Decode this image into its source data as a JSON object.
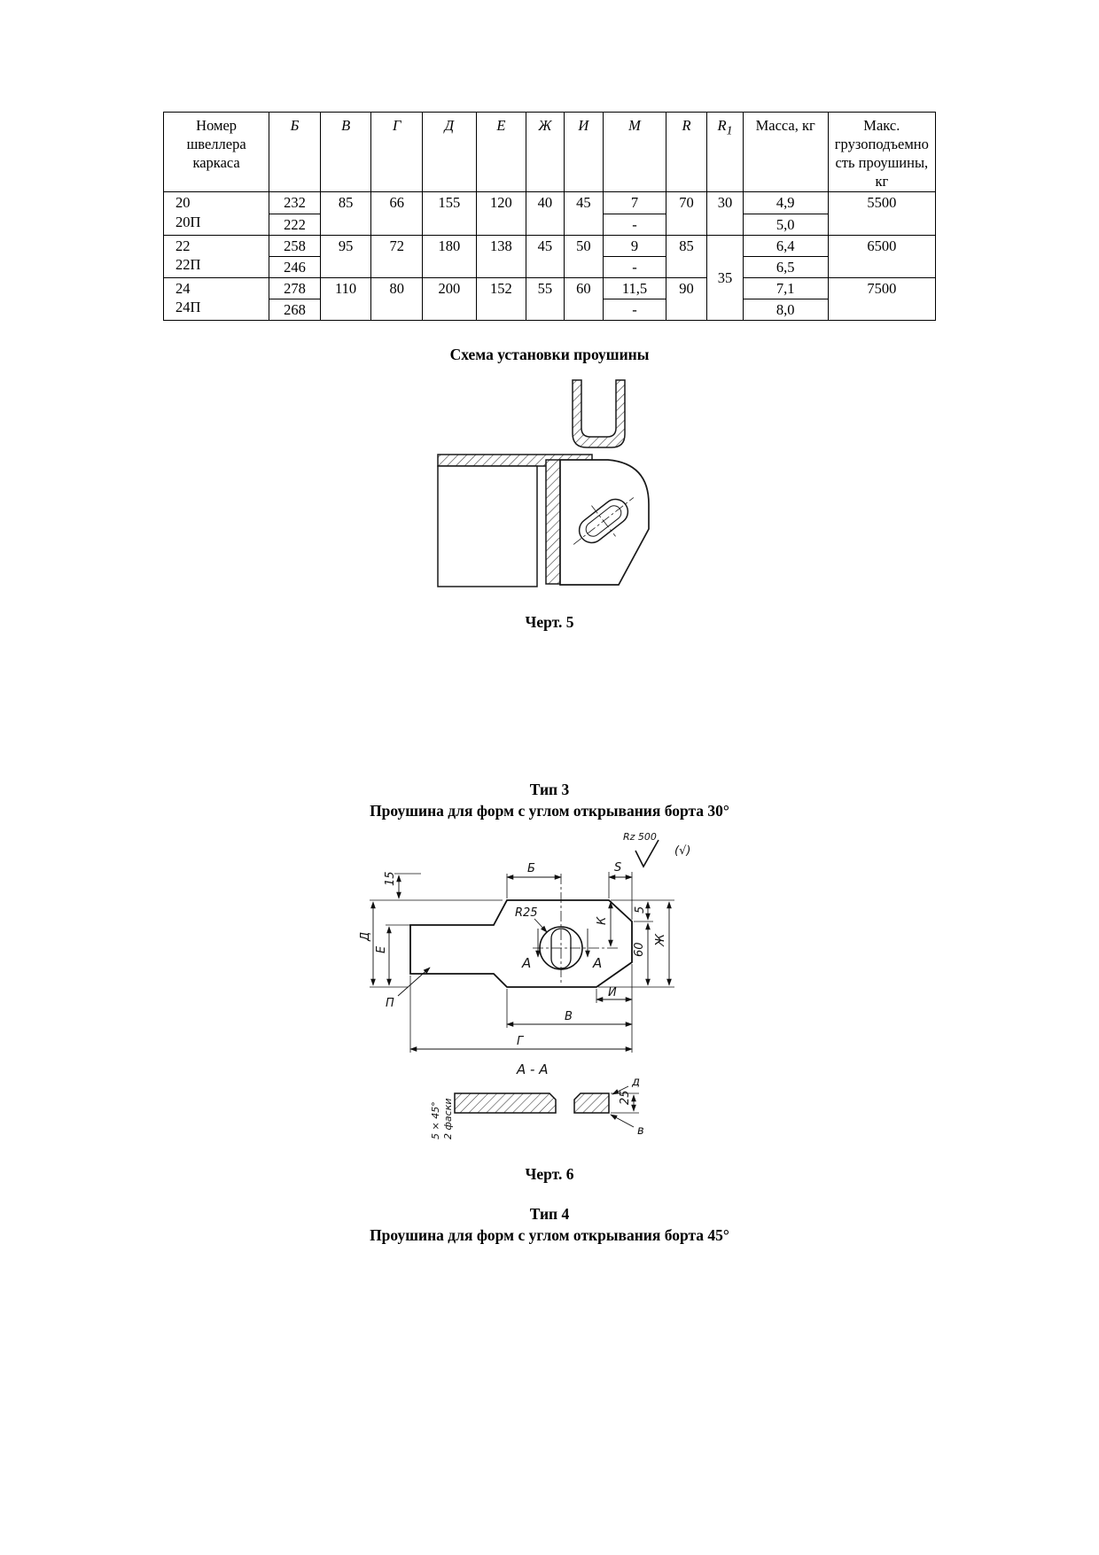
{
  "doc": {
    "scheme_title": "Схема установки проушины",
    "fig5_caption": "Черт. 5",
    "type3_title": "Тип 3",
    "type3_subtitle": "Проушина для форм с углом открывания борта 30°",
    "fig6_caption": "Черт. 6",
    "type4_title": "Тип 4",
    "type4_subtitle": "Проушина для форм с углом открывания борта 45°"
  },
  "table": {
    "header": {
      "col0": "Номер швеллера каркаса",
      "b": "Б",
      "v": "В",
      "g": "Г",
      "d": "Д",
      "e": "Е",
      "zh": "Ж",
      "i": "И",
      "m": "М",
      "r": "R",
      "r1_base": "R",
      "r1_sub": "1",
      "mass": "Масса, кг",
      "max_load": "Макс. грузоподъемность проушины, кг"
    },
    "g1": {
      "n1": "20",
      "n2": "20П",
      "b1": "232",
      "b2": "222",
      "v": "85",
      "g": "66",
      "d": "155",
      "e": "120",
      "zh": "40",
      "i": "45",
      "m1": "7",
      "m2": "-",
      "r": "70",
      "r1": "30",
      "mass1": "4,9",
      "mass2": "5,0",
      "max": "5500"
    },
    "g2": {
      "n1": "22",
      "n2": "22П",
      "b1": "258",
      "b2": "246",
      "v": "95",
      "g": "72",
      "d": "180",
      "e": "138",
      "zh": "45",
      "i": "50",
      "m1": "9",
      "m2": "-",
      "r": "85",
      "r1": "35",
      "mass1": "6,4",
      "mass2": "6,5",
      "max": "6500"
    },
    "g3": {
      "n1": "24",
      "n2": "24П",
      "b1": "278",
      "b2": "268",
      "v": "110",
      "g": "80",
      "d": "200",
      "e": "152",
      "zh": "55",
      "i": "60",
      "m1": "11,5",
      "m2": "-",
      "r": "90",
      "mass1": "7,1",
      "mass2": "8,0",
      "max": "7500"
    }
  },
  "fig6": {
    "rz": "Rz 500",
    "rest": "(√)",
    "dim_15": "15",
    "dim_b": "Б",
    "dim_s": "S",
    "dim_5": "5",
    "dim_d": "Д",
    "dim_e": "Е",
    "r25": "R25",
    "dim_k": "К",
    "sec_a_left": "А",
    "sec_a_right": "А",
    "dim_60": "60",
    "dim_zh": "Ж",
    "dim_i": "И",
    "dim_v": "В",
    "dim_g": "Г",
    "label_p": "П",
    "section_title": "А - А",
    "chamfer_line1": "5 × 45°",
    "chamfer_line2": "2 фаски",
    "dim_25": "25",
    "thickness_d": "д",
    "label_v_small": "в"
  }
}
